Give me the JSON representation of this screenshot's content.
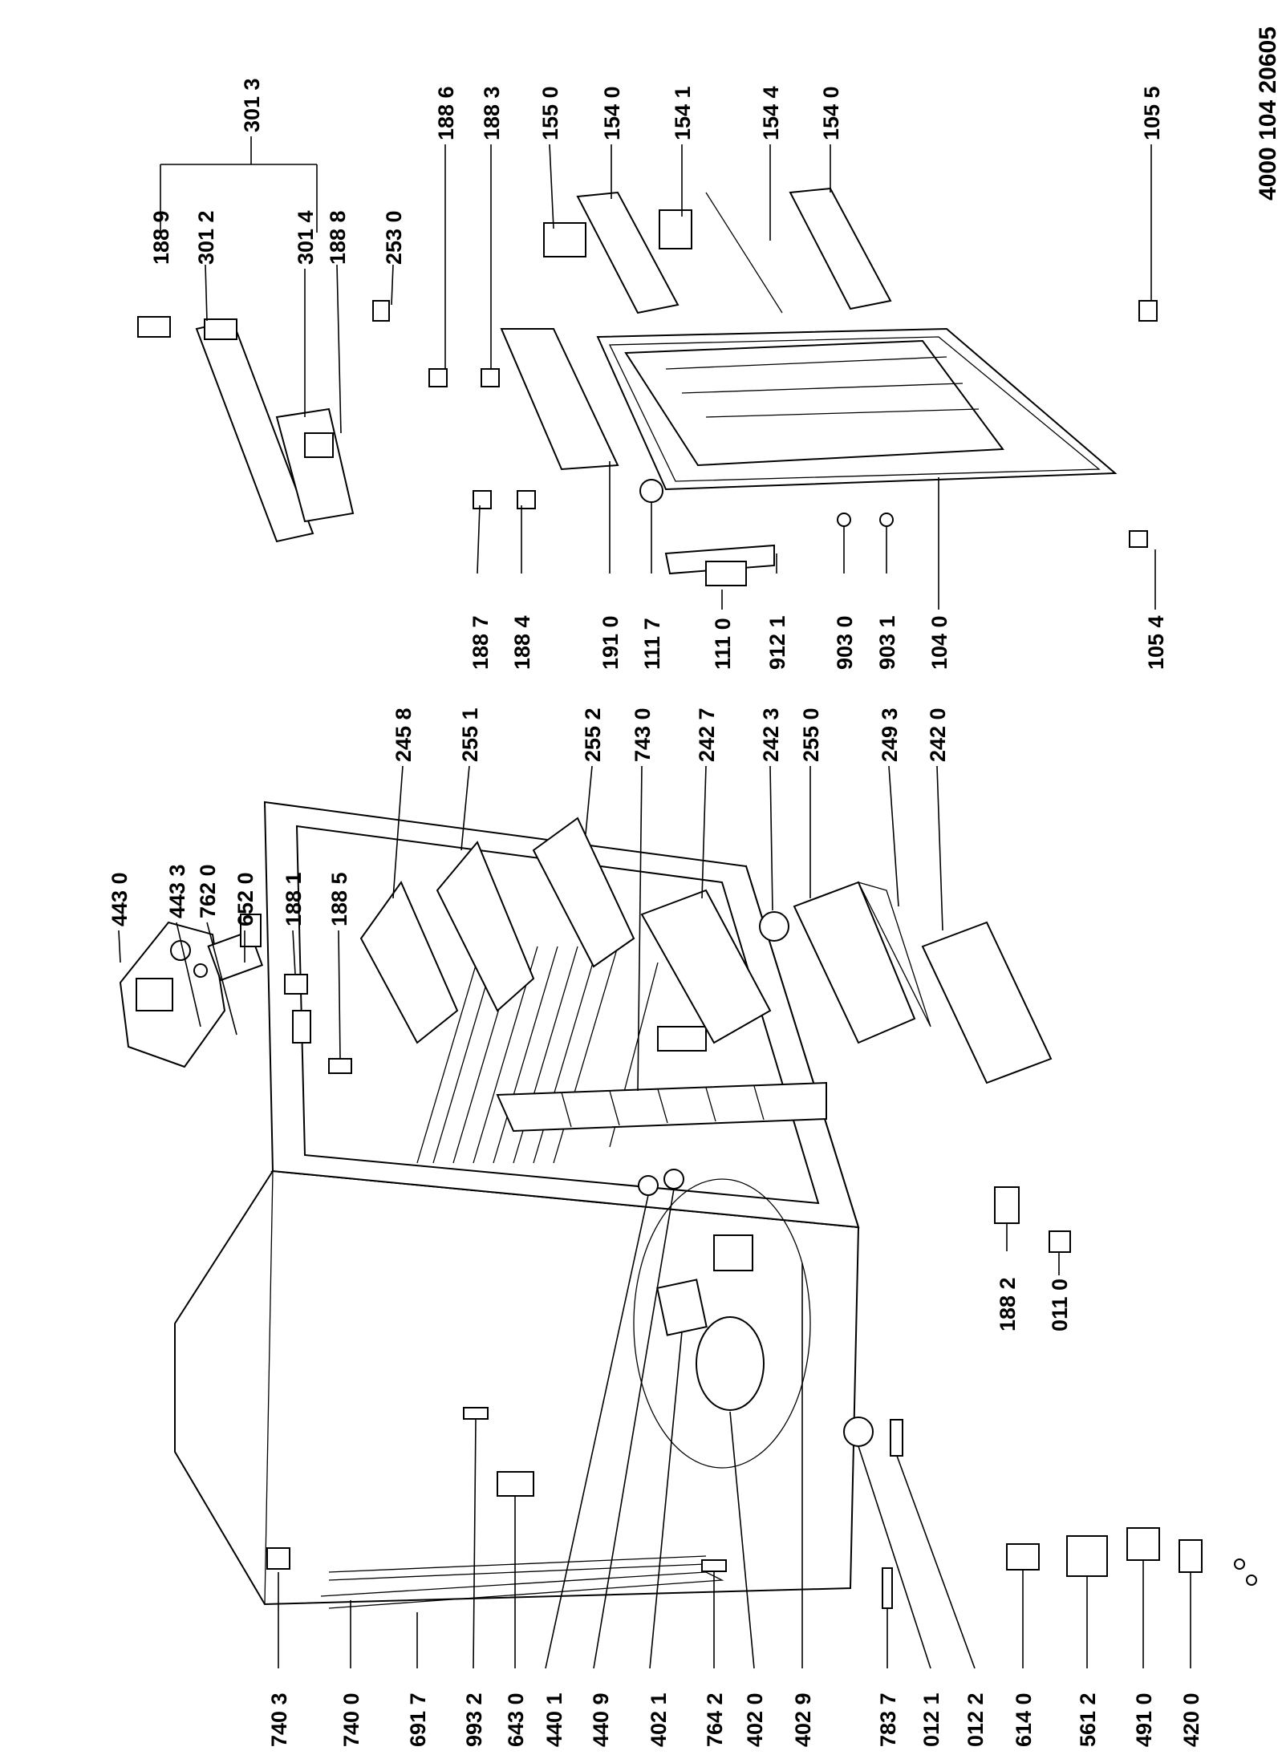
{
  "document_number": "4000 104 20605",
  "labels_top": [
    "301 3",
    "188 9",
    "301 2",
    "301 4",
    "188 8",
    "253 0",
    "188 6",
    "188 3",
    "155 0",
    "154 0",
    "154 1",
    "154 4",
    "154 0",
    "105 5"
  ],
  "labels_middle": [
    "188 7",
    "188 4",
    "191 0",
    "111 7",
    "111 0",
    "912 1",
    "903 0",
    "903 1",
    "104 0",
    "105 4"
  ],
  "labels_center": [
    "443 0",
    "443 3",
    "762 0",
    "652 0",
    "188 1",
    "188 5",
    "245 8",
    "255 1",
    "255 2",
    "743 0",
    "242 7",
    "242 3",
    "255 0",
    "249 3",
    "242 0"
  ],
  "labels_bottom_right": [
    "188 2",
    "011 0"
  ],
  "labels_bottom": [
    "740 3",
    "740 0",
    "691 7",
    "993 2",
    "643 0",
    "440 1",
    "440 9",
    "402 1",
    "764 2",
    "402 0",
    "402 9",
    "783 7",
    "012 1",
    "012 2",
    "614 0",
    "561 2",
    "491 0",
    "420 0"
  ]
}
